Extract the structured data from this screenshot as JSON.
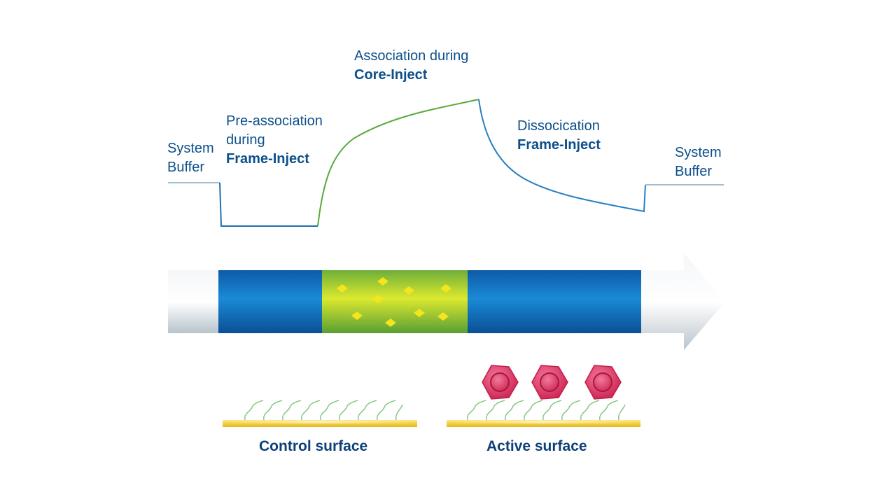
{
  "labels": {
    "system_buffer_left": [
      "System",
      "Buffer"
    ],
    "pre_association": {
      "lines": [
        "Pre-association",
        "during"
      ],
      "bold": "Frame-Inject"
    },
    "association": {
      "line": "Association during",
      "bold": "Core-Inject"
    },
    "dissociation": {
      "line": "Dissocication",
      "bold": "Frame-Inject"
    },
    "system_buffer_right": [
      "System",
      "Buffer"
    ],
    "control_surface": "Control surface",
    "active_surface": "Active surface"
  },
  "colors": {
    "label_text": "#0d4f8b",
    "surface_label_text": "#0d3f78",
    "buffer_trace": "#9fbfd0",
    "frame_trace": "#1f6fb0",
    "core_trace": "#5aa83c",
    "dissociation_trace": "#2a80c0",
    "frame_segment": "#1166b4",
    "core_segment": "#9cc63a",
    "buffer_segment": "#dce3e8",
    "analyte": "#e0406e",
    "surface_gold": "#f5d548",
    "ligand": "#7bc67a",
    "particle": "#f2e21a"
  },
  "icons": [
    "flow-arrow-icon",
    "analyte-hexagon-icon",
    "ligand-strand-icon",
    "particle-diamond-icon"
  ]
}
